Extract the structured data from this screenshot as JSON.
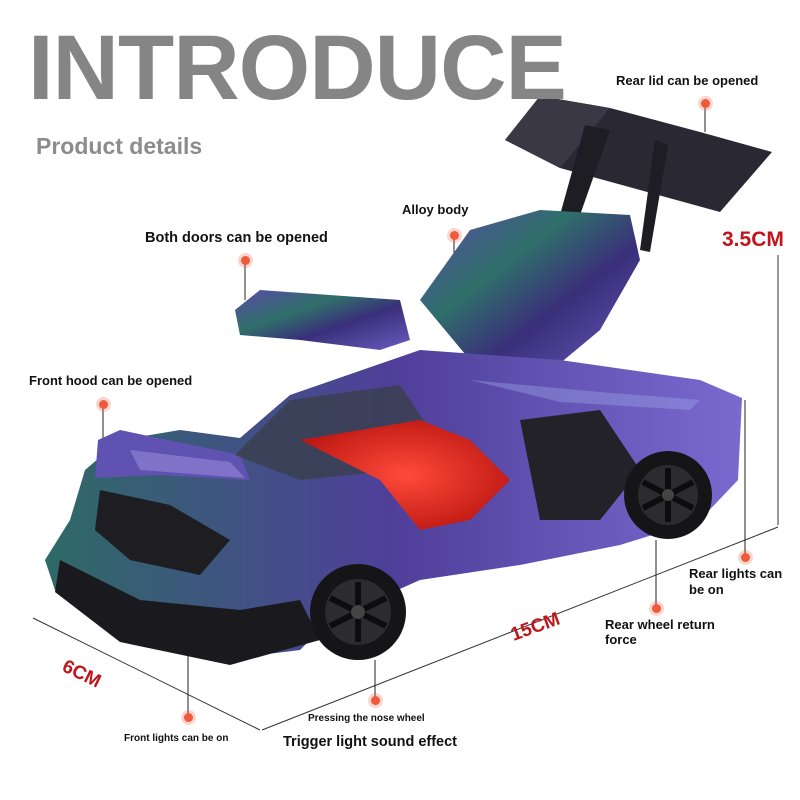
{
  "heading": {
    "title": "INTRODUCE",
    "subtitle": "Product details"
  },
  "callouts": {
    "rear_lid": "Rear lid can be opened",
    "alloy_body": "Alloy body",
    "doors": "Both doors can be opened",
    "front_hood": "Front hood can be opened",
    "rear_lights_1": "Rear lights can",
    "rear_lights_2": "be on",
    "rear_wheel_1": "Rear wheel return",
    "rear_wheel_2": "force",
    "nose_wheel": "Pressing the nose wheel",
    "trigger": "Trigger light sound effect",
    "front_lights": "Front lights can be on"
  },
  "dimensions": {
    "height": "3.5CM",
    "length": "15CM",
    "width": "6CM"
  },
  "colors": {
    "title_gray": "#858585",
    "dot_orange": "#ef5a3a",
    "dimension_red": "#c0151b",
    "car_purple": "#4b3a8c",
    "car_teal": "#2f6f6a",
    "interior_red": "#d8261c"
  }
}
